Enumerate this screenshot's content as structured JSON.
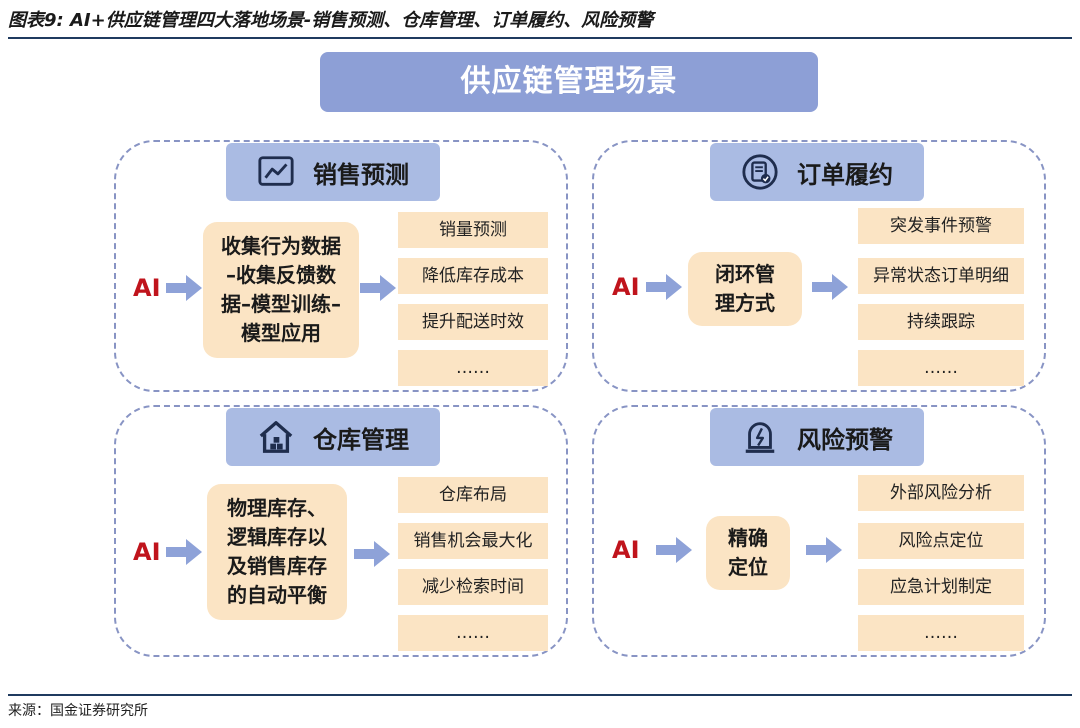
{
  "figure": {
    "title": "图表9: AI+供应链管理四大落地场景-销售预测、仓库管理、订单履约、风险预警",
    "source": "来源：国金证券研究所"
  },
  "diagram": {
    "main_title": "供应链管理场景",
    "ai_label": "AI",
    "quadrants": {
      "sales": {
        "title": "销售预测",
        "icon": "line-chart-icon",
        "process_lines": [
          "收集行为数据",
          "–收集反馈数",
          "据–模型训练–",
          "模型应用"
        ],
        "outputs": [
          "销量预测",
          "降低库存成本",
          "提升配送时效",
          "……"
        ]
      },
      "order": {
        "title": "订单履约",
        "icon": "checklist-icon",
        "process_lines": [
          "闭环管",
          "理方式"
        ],
        "outputs": [
          "突发事件预警",
          "异常状态订单明细",
          "持续跟踪",
          "……"
        ]
      },
      "warehouse": {
        "title": "仓库管理",
        "icon": "warehouse-icon",
        "process_lines": [
          "物理库存、",
          "逻辑库存以",
          "及销售库存",
          "的自动平衡"
        ],
        "outputs": [
          "仓库布局",
          "销售机会最大化",
          "减少检索时间",
          "……"
        ]
      },
      "risk": {
        "title": "风险预警",
        "icon": "alarm-icon",
        "process_lines": [
          "精确",
          "定位"
        ],
        "outputs": [
          "外部风险分析",
          "风险点定位",
          "应急计划制定",
          "……"
        ]
      }
    },
    "colors": {
      "header_main": "#8d9fd6",
      "header_quadrant": "#aabbe3",
      "box_fill": "#fbe4c4",
      "arrow": "#8ea2d8",
      "ai_text": "#c0141c",
      "dashed_border": "#8894c4"
    }
  }
}
